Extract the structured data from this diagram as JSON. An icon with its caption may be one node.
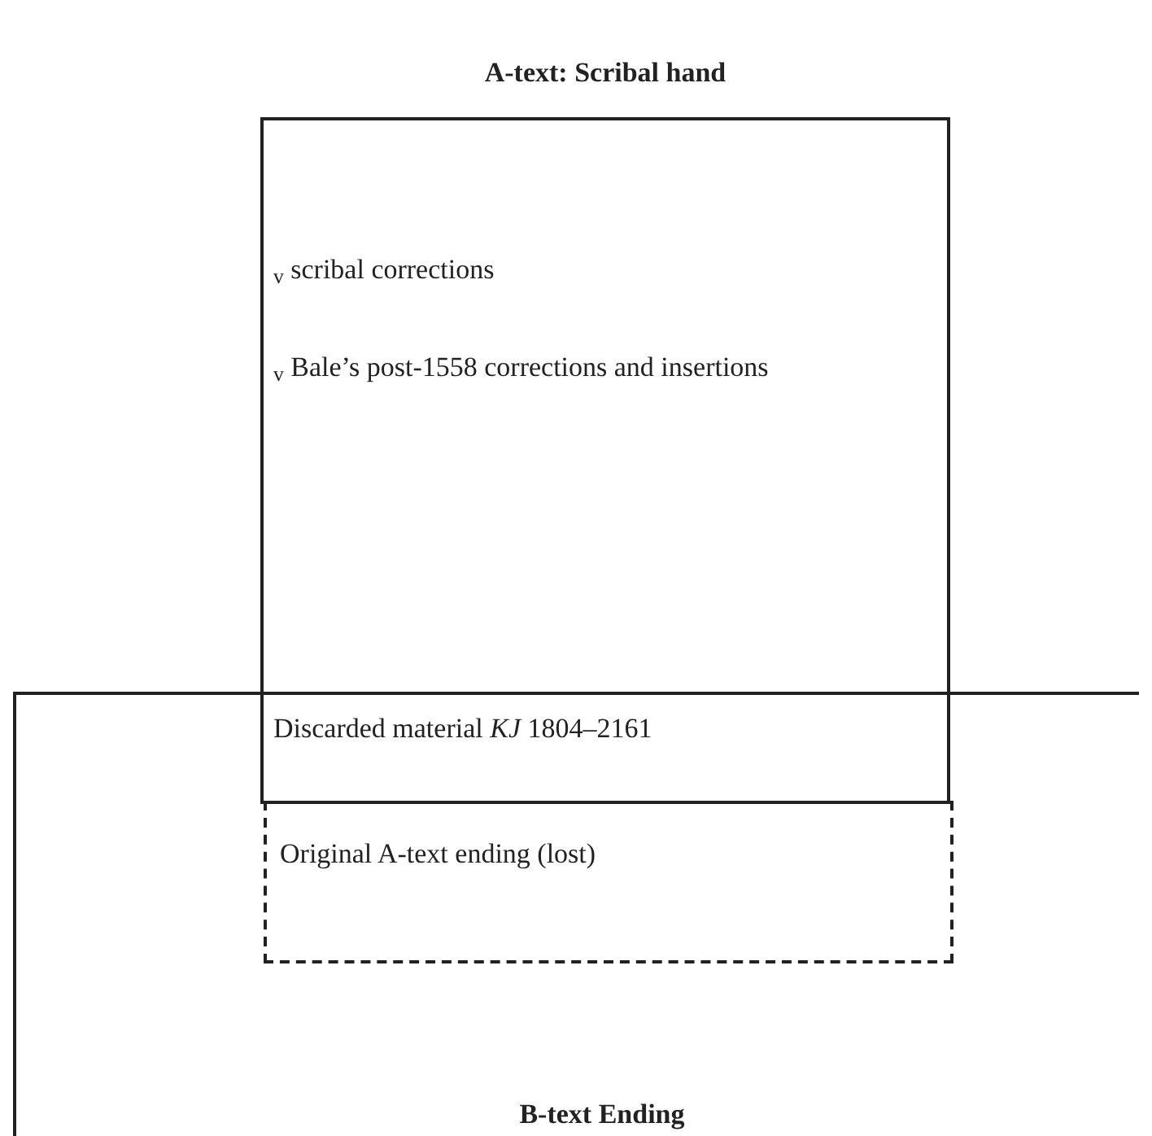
{
  "diagram": {
    "nodes": [
      {
        "text": [
          "A-text: Scribal hand",
          "$_{v}$ scribal corrections",
          "$_{v}$ Bale’s post-1558 corrections and insertions",
          "Discarded material *KJ* 1804–2161"
        ]
      },
      {
        "text": [
          "B-text Ending"
        ]
      },
      {
        "text": [
          "Original A-text ending (lost)"
        ],
        "in": 1
      }
    ]
  }
}
